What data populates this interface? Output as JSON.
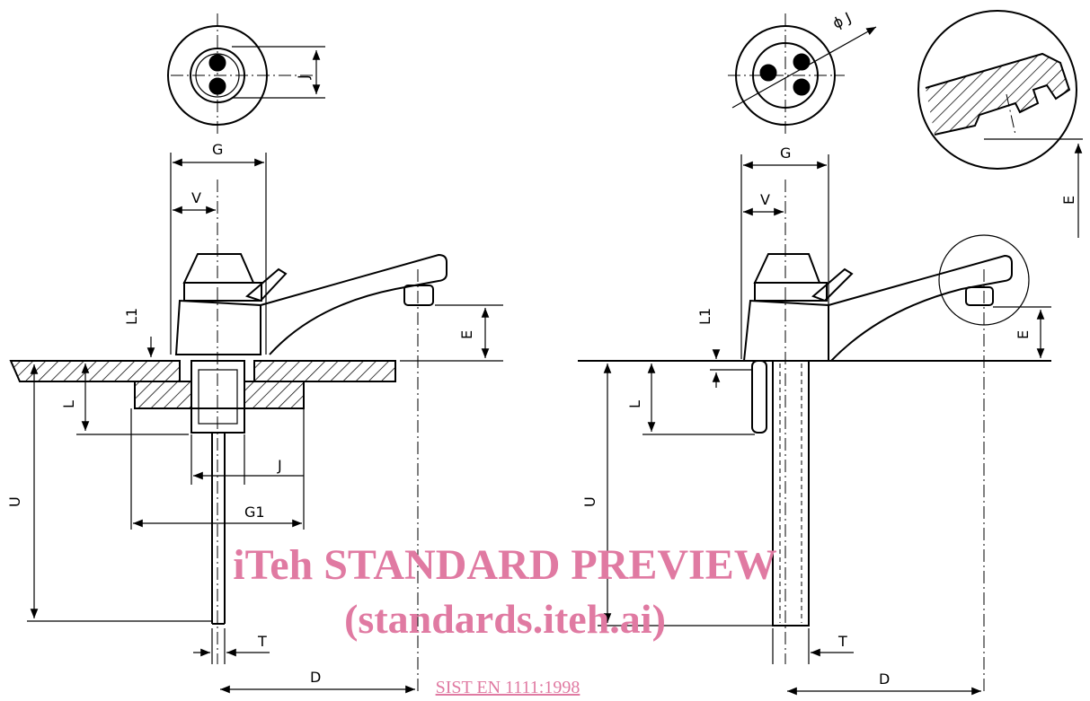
{
  "labels": {
    "G": "G",
    "V": "V",
    "L1": "L1",
    "L": "L",
    "E": "E",
    "U": "U",
    "J": "J",
    "G1": "G1",
    "T": "T",
    "D": "D",
    "phiJ": "ϕ J"
  },
  "watermark": {
    "line1": "iTeh STANDARD PREVIEW",
    "line2": "(standards.iteh.ai)"
  },
  "footer_link": "SIST EN 1111:1998",
  "colors": {
    "watermark": "#e07aa2",
    "ink": "#000000"
  }
}
